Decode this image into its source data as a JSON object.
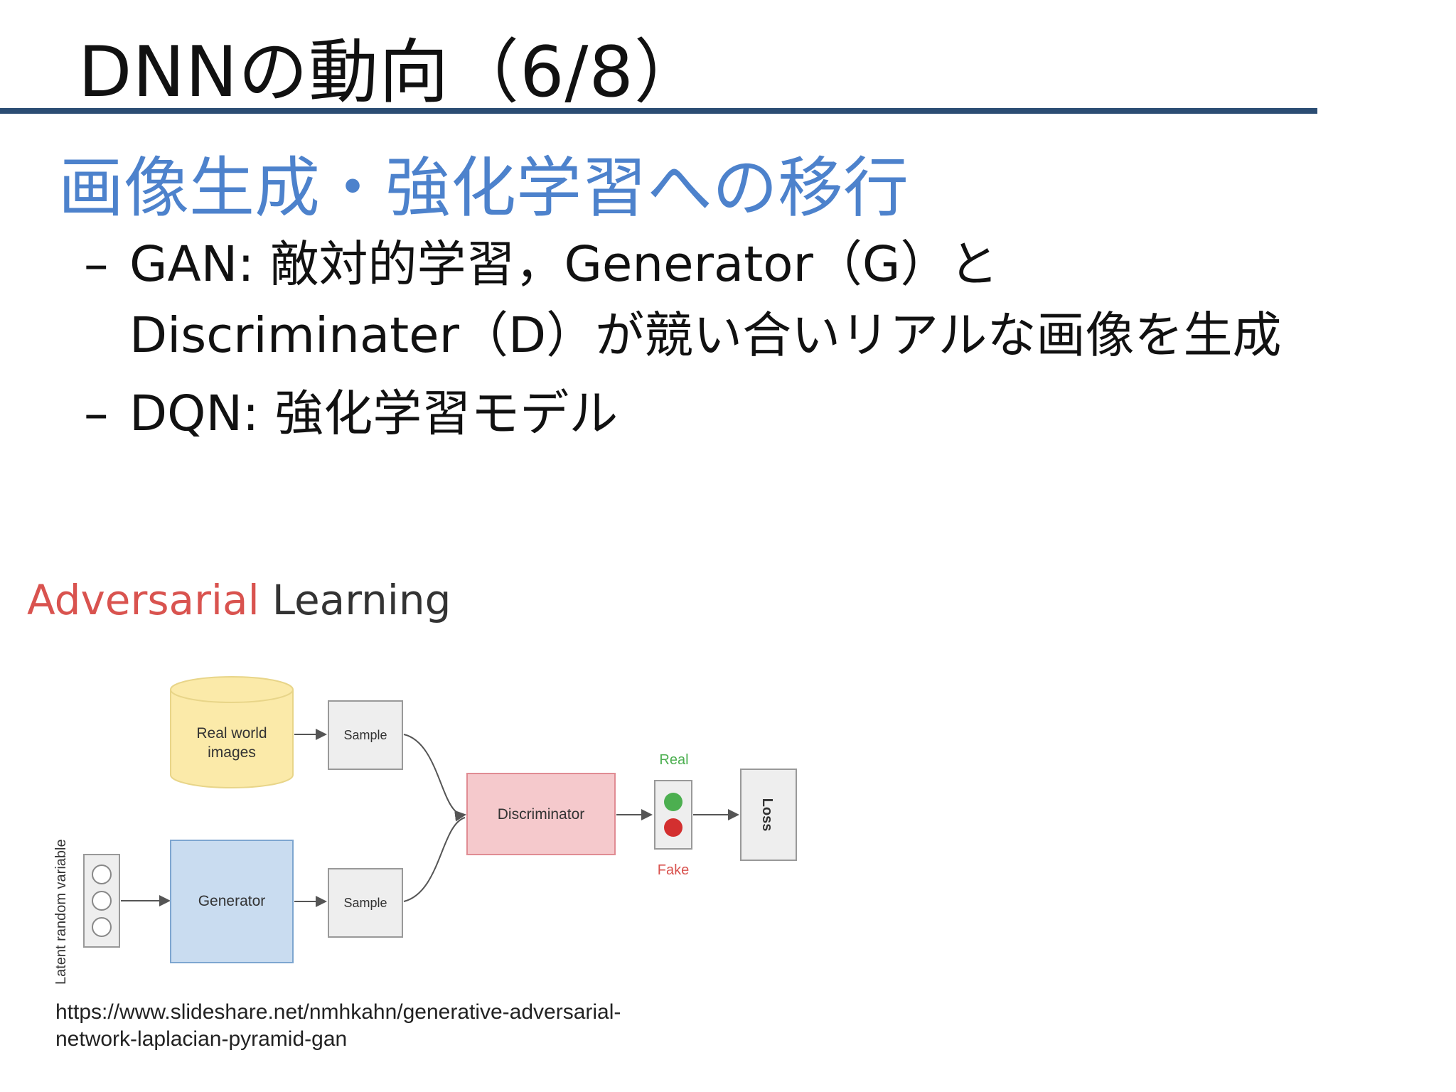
{
  "slide": {
    "title": "DNNの動向（6/8）",
    "subtitle": "画像生成・強化学習への移行",
    "bullets": [
      {
        "dash": "–",
        "line1": "GAN: 敵対的学習，Generator（G）と",
        "line2": "Discriminater（D）が競い合いリアルな画像を生成"
      },
      {
        "dash": "–",
        "line1": "DQN: 強化学習モデル"
      }
    ]
  },
  "figure": {
    "title_word1": "Adversarial",
    "title_word2": "Learning",
    "nodes": {
      "real_world_line1": "Real world",
      "real_world_line2": "images",
      "sample_top": "Sample",
      "sample_bottom": "Sample",
      "generator": "Generator",
      "discriminator": "Discriminator",
      "real": "Real",
      "fake": "Fake",
      "loss": "Loss",
      "latent": "Latent random variable"
    },
    "colors": {
      "title_accent": "#d9534f",
      "real_world_fill": "#fbeaa9",
      "generator_fill": "#c9dcf0",
      "discriminator_fill": "#f5c9cc",
      "real_green": "#4caf50",
      "fake_red": "#d32f2f"
    }
  },
  "source": {
    "line1": "https://www.slideshare.net/nmhkahn/generative-adversarial-",
    "line2": "network-laplacian-pyramid-gan"
  }
}
